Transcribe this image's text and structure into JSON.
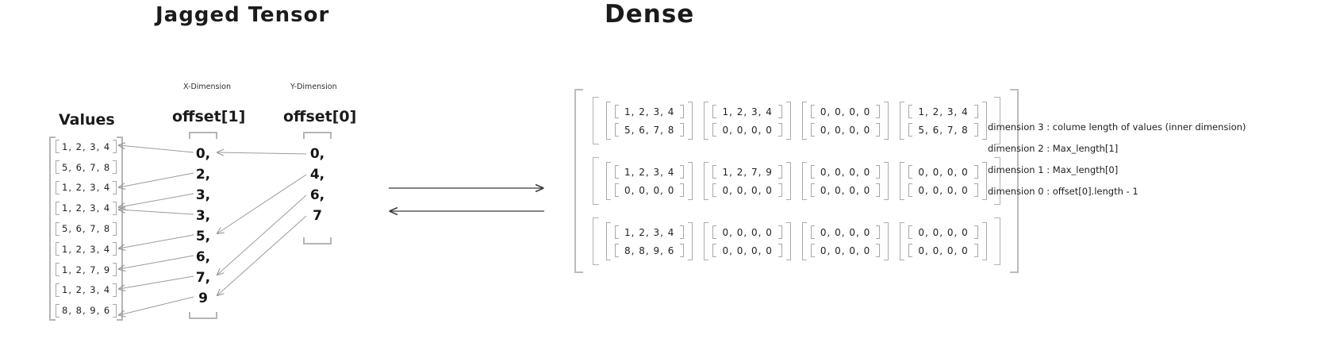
{
  "titles": {
    "jagged": "Jagged Tensor",
    "dense": "Dense"
  },
  "jagged": {
    "values_label": "Values",
    "values_rows": [
      "1, 2, 3, 4",
      "5, 6, 7, 8",
      "1, 2, 3, 4",
      "1, 2, 3, 4",
      "5, 6, 7, 8",
      "1, 2, 3, 4",
      "1, 2, 7, 9",
      "1, 2, 3, 4",
      "8, 8, 9, 6"
    ],
    "x_dimension_label": "X-Dimension",
    "offset1_label": "offset[1]",
    "offset1_values": [
      "0,",
      "2,",
      "3,",
      "3,",
      "5,",
      "6,",
      "7,",
      "9"
    ],
    "y_dimension_label": "Y-Dimension",
    "offset0_label": "offset[0]",
    "offset0_values": [
      "0,",
      "4,",
      "6,",
      "7"
    ]
  },
  "dense": {
    "grid": [
      [
        [
          "1, 2, 3, 4",
          "5, 6, 7, 8"
        ],
        [
          "1, 2, 3, 4",
          "0, 0, 0, 0"
        ],
        [
          "0, 0, 0, 0",
          "0, 0, 0, 0"
        ],
        [
          "1, 2, 3, 4",
          "5, 6, 7, 8"
        ]
      ],
      [
        [
          "1, 2, 3, 4",
          "0, 0, 0, 0"
        ],
        [
          "1, 2, 7, 9",
          "0, 0, 0, 0"
        ],
        [
          "0, 0, 0, 0",
          "0, 0, 0, 0"
        ],
        [
          "0, 0, 0, 0",
          "0, 0, 0, 0"
        ]
      ],
      [
        [
          "1, 2, 3, 4",
          "8, 8, 9, 6"
        ],
        [
          "0, 0, 0, 0",
          "0, 0, 0, 0"
        ],
        [
          "0, 0, 0, 0",
          "0, 0, 0, 0"
        ],
        [
          "0, 0, 0, 0",
          "0, 0, 0, 0"
        ]
      ]
    ]
  },
  "annotations": [
    "dimension 3 : colume length of values (inner dimension)",
    "dimension 2 : Max_length[1]",
    "dimension 1 : Max_length[0]",
    "dimension 0 : offset[0].length - 1"
  ]
}
